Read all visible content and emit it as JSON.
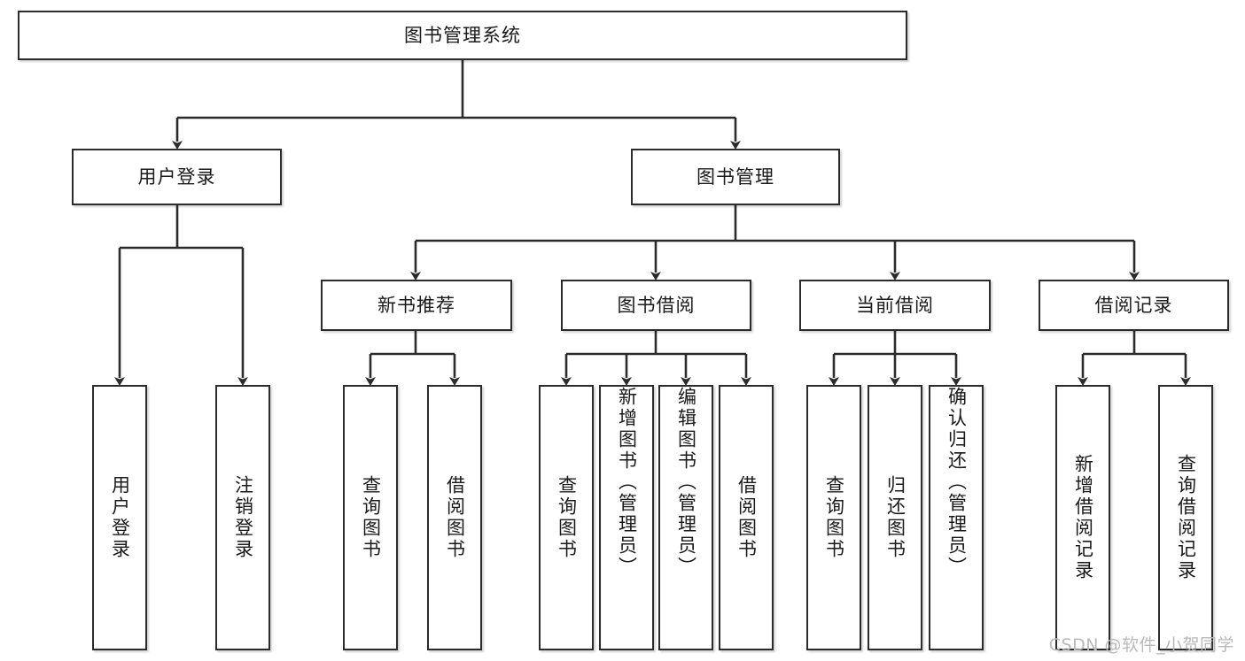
{
  "diagram": {
    "type": "tree-hierarchy-chart",
    "title": "图书管理系统",
    "line_color": "#2b2b2b",
    "box_fill": "#ffffff",
    "text_color": "#1a1a1a",
    "root": {
      "id": "root",
      "label": "图书管理系统"
    },
    "level2": [
      {
        "id": "user-login",
        "label": "用户登录"
      },
      {
        "id": "book-management",
        "label": "图书管理"
      }
    ],
    "level3": [
      {
        "id": "new-book-recommend",
        "label": "新书推荐",
        "parent": "book-management"
      },
      {
        "id": "book-borrow",
        "label": "图书借阅",
        "parent": "book-management"
      },
      {
        "id": "current-borrow",
        "label": "当前借阅",
        "parent": "book-management"
      },
      {
        "id": "borrow-record",
        "label": "借阅记录",
        "parent": "book-management"
      }
    ],
    "leaves": {
      "user-login": [
        {
          "id": "leaf-user-login",
          "label": "用户登录"
        },
        {
          "id": "leaf-user-logout",
          "label": "注销登录"
        }
      ],
      "new-book-recommend": [
        {
          "id": "leaf-query-book-1",
          "label": "查询图书"
        },
        {
          "id": "leaf-borrow-book-1",
          "label": "借阅图书"
        }
      ],
      "book-borrow": [
        {
          "id": "leaf-query-book-2",
          "label": "查询图书"
        },
        {
          "id": "leaf-add-book",
          "label": "新增图书（管理员）"
        },
        {
          "id": "leaf-edit-book",
          "label": "编辑图书（管理员）"
        },
        {
          "id": "leaf-borrow-book-2",
          "label": "借阅图书"
        }
      ],
      "current-borrow": [
        {
          "id": "leaf-query-book-3",
          "label": "查询图书"
        },
        {
          "id": "leaf-return-book",
          "label": "归还图书"
        },
        {
          "id": "leaf-confirm-return",
          "label": "确认归还（管理员）"
        }
      ],
      "borrow-record": [
        {
          "id": "leaf-add-record",
          "label": "新增借阅记录"
        },
        {
          "id": "leaf-query-record",
          "label": "查询借阅记录"
        }
      ]
    }
  },
  "watermark": {
    "text": "CSDN @软件_小贺同学"
  }
}
